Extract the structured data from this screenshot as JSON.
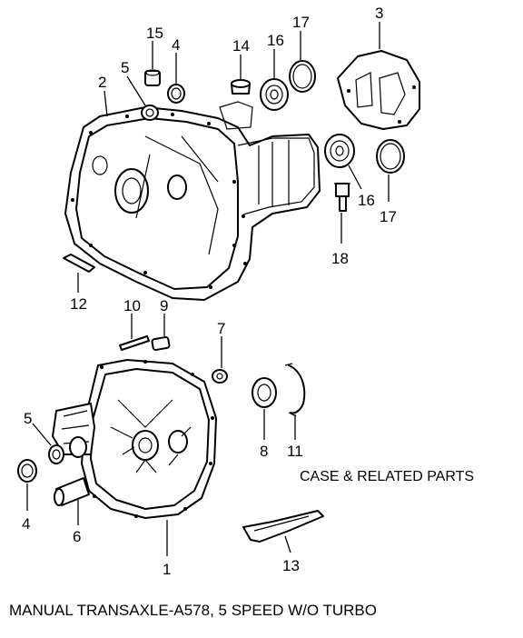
{
  "section_label": "CASE & RELATED PARTS",
  "caption": "MANUAL TRANSAXLE-A578, 5 SPEED W/O TURBO",
  "callouts": {
    "c15": "15",
    "c4_top": "4",
    "c14": "14",
    "c16_top": "16",
    "c17_top": "17",
    "c3": "3",
    "c5_top": "5",
    "c2": "2",
    "c16_right": "16",
    "c17_right": "17",
    "c18": "18",
    "c12": "12",
    "c10": "10",
    "c9": "9",
    "c7": "7",
    "c8": "8",
    "c11": "11",
    "c5_left": "5",
    "c4_left": "4",
    "c6": "6",
    "c1": "1",
    "c13": "13"
  }
}
